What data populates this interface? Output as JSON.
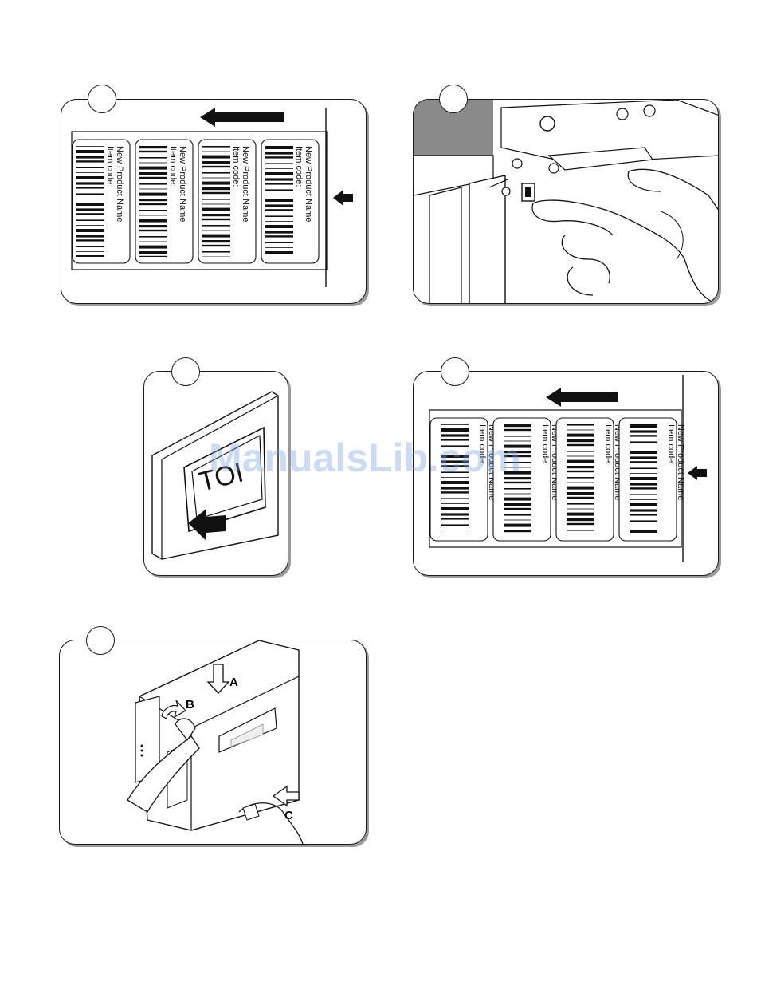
{
  "watermark": "ManualsLib.com",
  "labels": {
    "product_name": "New Product Name",
    "item_code": "Item code:"
  },
  "switch_text": "TOI",
  "callouts": {
    "a": "A",
    "b": "B",
    "c": "C"
  }
}
